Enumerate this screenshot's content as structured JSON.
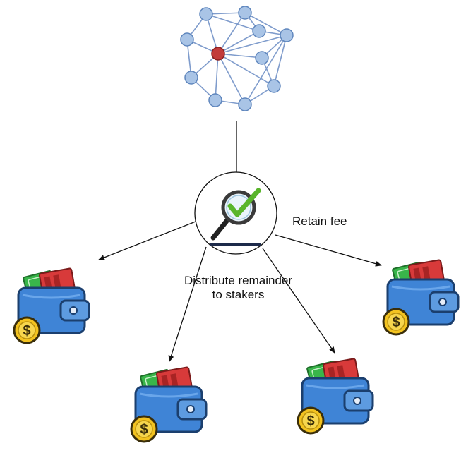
{
  "labels": {
    "retain_fee": "Retain fee",
    "distribute_line1": "Distribute remainder",
    "distribute_line2": "to stakers"
  },
  "nodes": {
    "network": "network-graph",
    "validator": "validator-with-checkmark",
    "wallets": [
      "wallet",
      "wallet",
      "wallet",
      "wallet"
    ]
  },
  "colors": {
    "node_fill": "#a9c4e6",
    "node_stroke": "#5f86bd",
    "hub_fill": "#c23b3b",
    "edge": "#7f9ccc",
    "wallet_blue": "#3f84d6",
    "cash_green": "#39b54a",
    "card_red": "#d83a3a",
    "coin_gold": "#f3c320",
    "checkmark": "#59b52b"
  },
  "icons": [
    "network-graph-icon",
    "magnifier-check-icon",
    "wallet-icon"
  ]
}
